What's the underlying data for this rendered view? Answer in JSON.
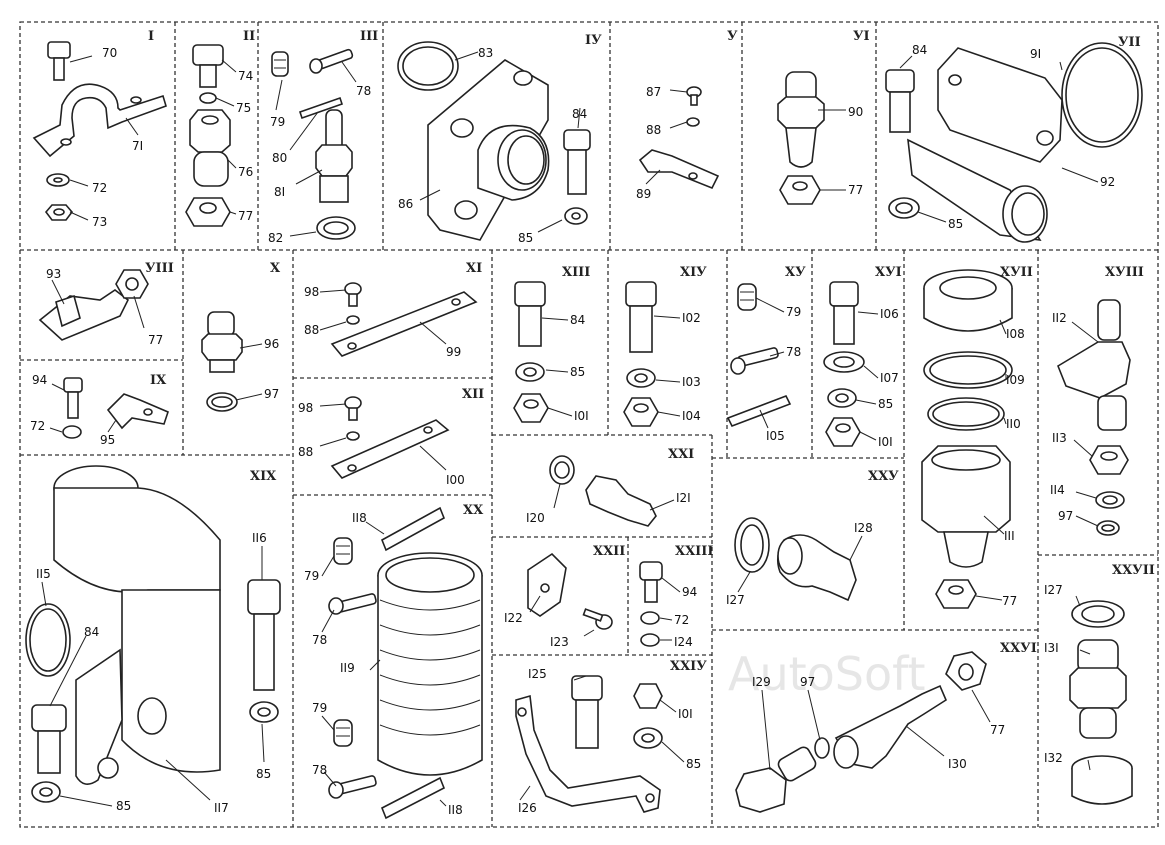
{
  "watermark": "AutoSoft",
  "cells": [
    {
      "id": "I",
      "parts": [
        {
          "n": "70"
        },
        {
          "n": "7I"
        },
        {
          "n": "72"
        },
        {
          "n": "73"
        }
      ]
    },
    {
      "id": "II",
      "parts": [
        {
          "n": "74"
        },
        {
          "n": "75"
        },
        {
          "n": "76"
        },
        {
          "n": "77"
        }
      ]
    },
    {
      "id": "III",
      "parts": [
        {
          "n": "78"
        },
        {
          "n": "79"
        },
        {
          "n": "80"
        },
        {
          "n": "8I"
        },
        {
          "n": "82"
        }
      ]
    },
    {
      "id": "IУ",
      "parts": [
        {
          "n": "83"
        },
        {
          "n": "84"
        },
        {
          "n": "85"
        },
        {
          "n": "86"
        }
      ]
    },
    {
      "id": "У",
      "parts": [
        {
          "n": "87"
        },
        {
          "n": "88"
        },
        {
          "n": "89"
        }
      ]
    },
    {
      "id": "УI",
      "parts": [
        {
          "n": "90"
        },
        {
          "n": "77"
        }
      ]
    },
    {
      "id": "УII",
      "parts": [
        {
          "n": "84"
        },
        {
          "n": "9I"
        },
        {
          "n": "92"
        },
        {
          "n": "85"
        }
      ]
    },
    {
      "id": "УIII",
      "parts": [
        {
          "n": "93"
        },
        {
          "n": "77"
        }
      ]
    },
    {
      "id": "X",
      "parts": [
        {
          "n": "96"
        },
        {
          "n": "97"
        }
      ]
    },
    {
      "id": "IX",
      "parts": [
        {
          "n": "94"
        },
        {
          "n": "72"
        },
        {
          "n": "95"
        }
      ]
    },
    {
      "id": "XI",
      "parts": [
        {
          "n": "98"
        },
        {
          "n": "88"
        },
        {
          "n": "99"
        }
      ]
    },
    {
      "id": "XII",
      "parts": [
        {
          "n": "98"
        },
        {
          "n": "88"
        },
        {
          "n": "I00"
        }
      ]
    },
    {
      "id": "XIII",
      "parts": [
        {
          "n": "84"
        },
        {
          "n": "85"
        },
        {
          "n": "I0I"
        }
      ]
    },
    {
      "id": "XIУ",
      "parts": [
        {
          "n": "I02"
        },
        {
          "n": "I03"
        },
        {
          "n": "I04"
        }
      ]
    },
    {
      "id": "XУ",
      "parts": [
        {
          "n": "79"
        },
        {
          "n": "78"
        },
        {
          "n": "I05"
        }
      ]
    },
    {
      "id": "XУI",
      "parts": [
        {
          "n": "I06"
        },
        {
          "n": "I07"
        },
        {
          "n": "85"
        },
        {
          "n": "I0I"
        }
      ]
    },
    {
      "id": "XУII",
      "parts": [
        {
          "n": "I08"
        },
        {
          "n": "I09"
        },
        {
          "n": "II0"
        },
        {
          "n": "III"
        },
        {
          "n": "77"
        }
      ]
    },
    {
      "id": "XУIII",
      "parts": [
        {
          "n": "II2"
        },
        {
          "n": "II3"
        },
        {
          "n": "II4"
        },
        {
          "n": "97"
        }
      ]
    },
    {
      "id": "XIX",
      "parts": [
        {
          "n": "II5"
        },
        {
          "n": "84"
        },
        {
          "n": "II6"
        },
        {
          "n": "II7"
        },
        {
          "n": "85"
        },
        {
          "n": "85"
        }
      ]
    },
    {
      "id": "XX",
      "parts": [
        {
          "n": "II8"
        },
        {
          "n": "79"
        },
        {
          "n": "78"
        },
        {
          "n": "II9"
        },
        {
          "n": "79"
        },
        {
          "n": "78"
        },
        {
          "n": "II8"
        }
      ]
    },
    {
      "id": "XXI",
      "parts": [
        {
          "n": "I20"
        },
        {
          "n": "I2I"
        }
      ]
    },
    {
      "id": "XXII",
      "parts": [
        {
          "n": "I22"
        },
        {
          "n": "I23"
        }
      ]
    },
    {
      "id": "XXIII",
      "parts": [
        {
          "n": "94"
        },
        {
          "n": "72"
        },
        {
          "n": "I24"
        }
      ]
    },
    {
      "id": "XXIУ",
      "parts": [
        {
          "n": "I25"
        },
        {
          "n": "I0I"
        },
        {
          "n": "85"
        },
        {
          "n": "I26"
        }
      ]
    },
    {
      "id": "XXУ",
      "parts": [
        {
          "n": "I27"
        },
        {
          "n": "I28"
        }
      ]
    },
    {
      "id": "XXУI",
      "parts": [
        {
          "n": "I29"
        },
        {
          "n": "97"
        },
        {
          "n": "I30"
        },
        {
          "n": "77"
        }
      ]
    },
    {
      "id": "XXУII",
      "parts": [
        {
          "n": "I27"
        },
        {
          "n": "I3I"
        },
        {
          "n": "I32"
        }
      ]
    }
  ]
}
